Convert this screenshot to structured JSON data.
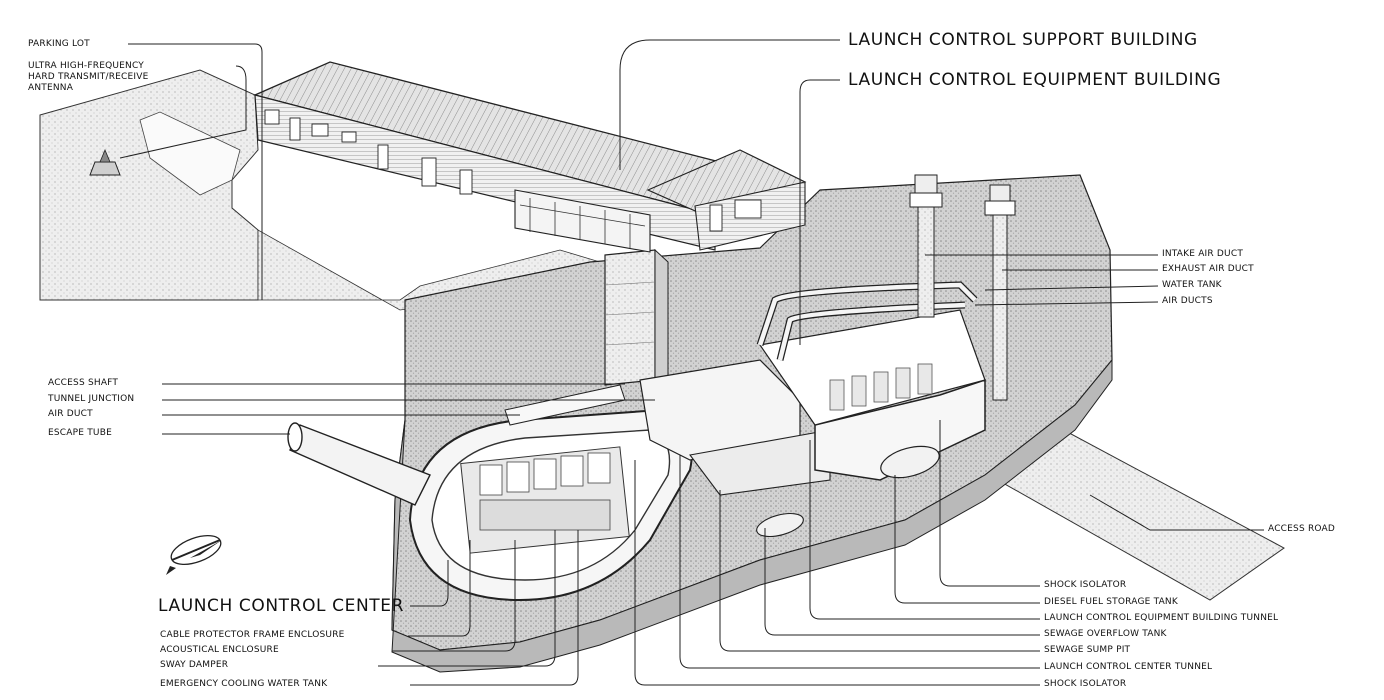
{
  "diagram": {
    "headings": {
      "support_building": "LAUNCH CONTROL SUPPORT BUILDING",
      "equipment_building": "LAUNCH CONTROL EQUIPMENT BUILDING",
      "control_center": "LAUNCH CONTROL CENTER"
    },
    "labels_top_left": {
      "parking_lot": "PARKING LOT",
      "antenna_line1": "ULTRA HIGH-FREQUENCY",
      "antenna_line2": "HARD TRANSMIT/RECEIVE",
      "antenna_line3": "ANTENNA"
    },
    "labels_right": {
      "intake_air_duct": "INTAKE AIR DUCT",
      "exhaust_air_duct": "EXHAUST AIR DUCT",
      "water_tank": "WATER TANK",
      "air_ducts": "AIR DUCTS",
      "access_road": "ACCESS ROAD"
    },
    "labels_left": {
      "access_shaft": "ACCESS SHAFT",
      "tunnel_junction": "TUNNEL JUNCTION",
      "air_duct": "AIR DUCT",
      "escape_tube": "ESCAPE TUBE"
    },
    "labels_bottom_left": {
      "cable_protector": "CABLE PROTECTOR FRAME ENCLOSURE",
      "acoustical_enclosure": "ACOUSTICAL ENCLOSURE",
      "sway_damper": "SWAY DAMPER",
      "emergency_cooling": "EMERGENCY COOLING WATER TANK"
    },
    "labels_bottom_right": {
      "shock_isolator_1": "SHOCK ISOLATOR",
      "diesel_fuel": "DIESEL FUEL STORAGE TANK",
      "equipment_tunnel": "LAUNCH CONTROL EQUIPMENT BUILDING TUNNEL",
      "sewage_overflow": "SEWAGE OVERFLOW TANK",
      "sewage_sump": "SEWAGE SUMP PIT",
      "center_tunnel": "LAUNCH CONTROL CENTER TUNNEL",
      "shock_isolator_2": "SHOCK ISOLATOR"
    }
  }
}
